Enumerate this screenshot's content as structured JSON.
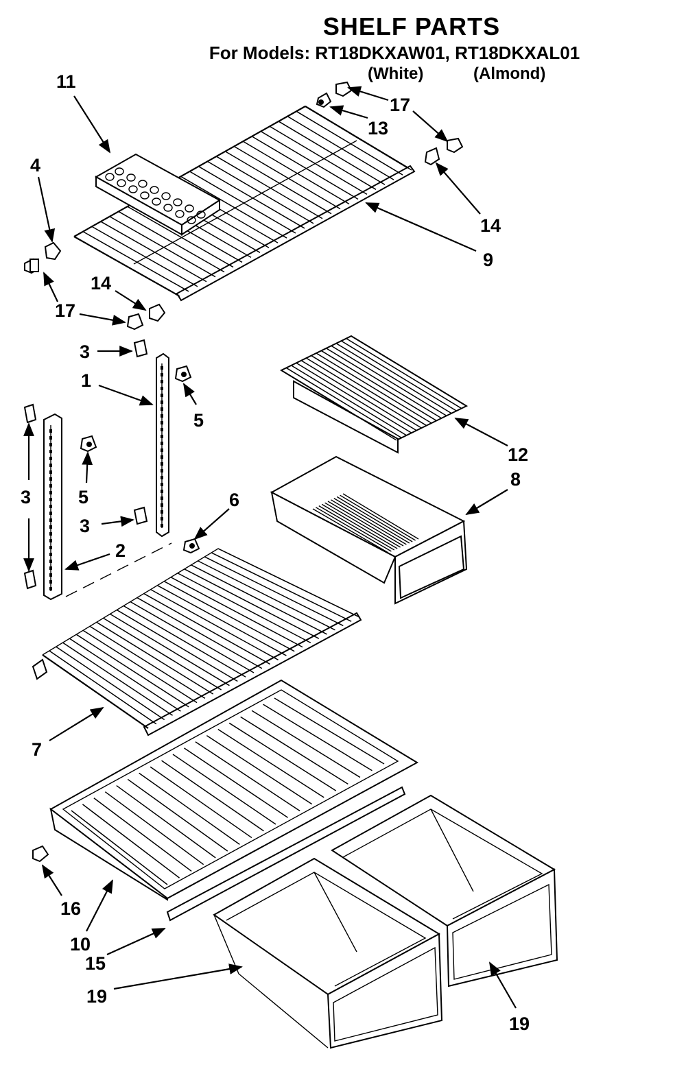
{
  "header": {
    "title": "SHELF PARTS",
    "models": "For Models: RT18DKXAW01, RT18DKXAL01",
    "variant_white": "(White)",
    "variant_almond": "(Almond)"
  },
  "callouts": [
    "11",
    "17",
    "13",
    "4",
    "17",
    "14",
    "9",
    "14",
    "17",
    "3",
    "1",
    "5",
    "12",
    "3",
    "5",
    "8",
    "3",
    "6",
    "2",
    "7",
    "16",
    "10",
    "15",
    "19",
    "19"
  ]
}
